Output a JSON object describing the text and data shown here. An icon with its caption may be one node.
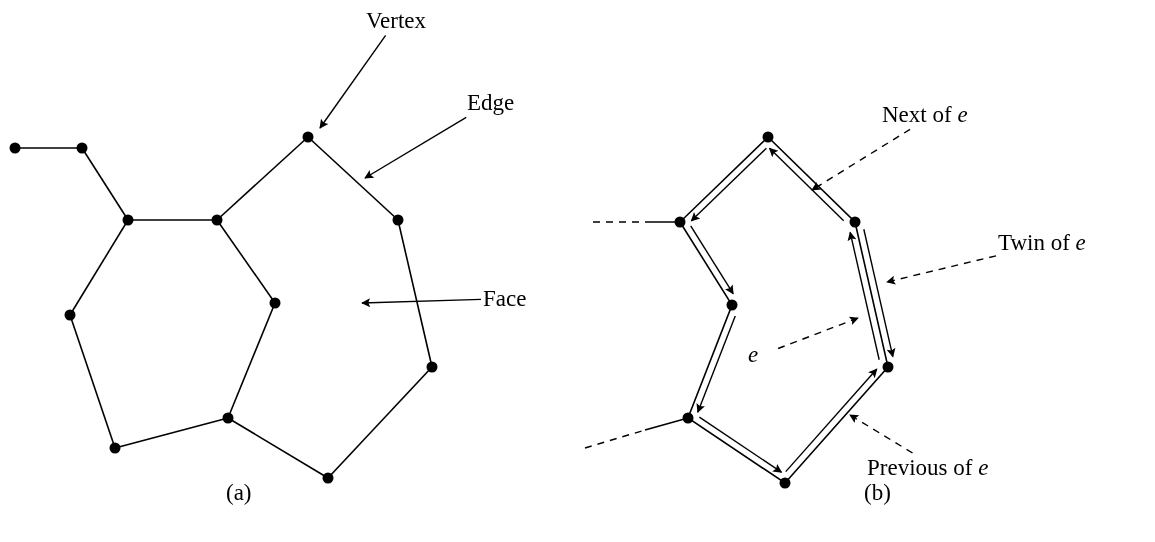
{
  "diagram": {
    "nodes": [
      {
        "text": [
          "Vertex"
        ]
      },
      {
        "text": [
          "Edge"
        ]
      },
      {
        "text": [
          "Face"
        ]
      },
      {
        "text": [
          "Next of *e⃗*"
        ]
      },
      {
        "text": [
          "Twin of *e⃗*"
        ]
      },
      {
        "text": [
          "e⃗"
        ]
      },
      {
        "text": [
          "Previous of *e⃗*"
        ]
      }
    ],
    "edges": [
      {
        "from": 0,
        "to": null,
        "arrow": "to"
      },
      {
        "from": 1,
        "to": null,
        "arrow": "to"
      },
      {
        "from": 2,
        "to": null,
        "arrow": "to"
      },
      {
        "from": 3,
        "to": null,
        "arrow": "to",
        "style": "dashed"
      },
      {
        "from": 4,
        "to": null,
        "arrow": "to",
        "style": "dashed"
      },
      {
        "from": 5,
        "to": null,
        "arrow": "to",
        "style": "dashed"
      },
      {
        "from": 6,
        "to": null,
        "arrow": "to",
        "style": "dashed"
      }
    ],
    "labels": [
      "(a)",
      "(b)"
    ]
  }
}
